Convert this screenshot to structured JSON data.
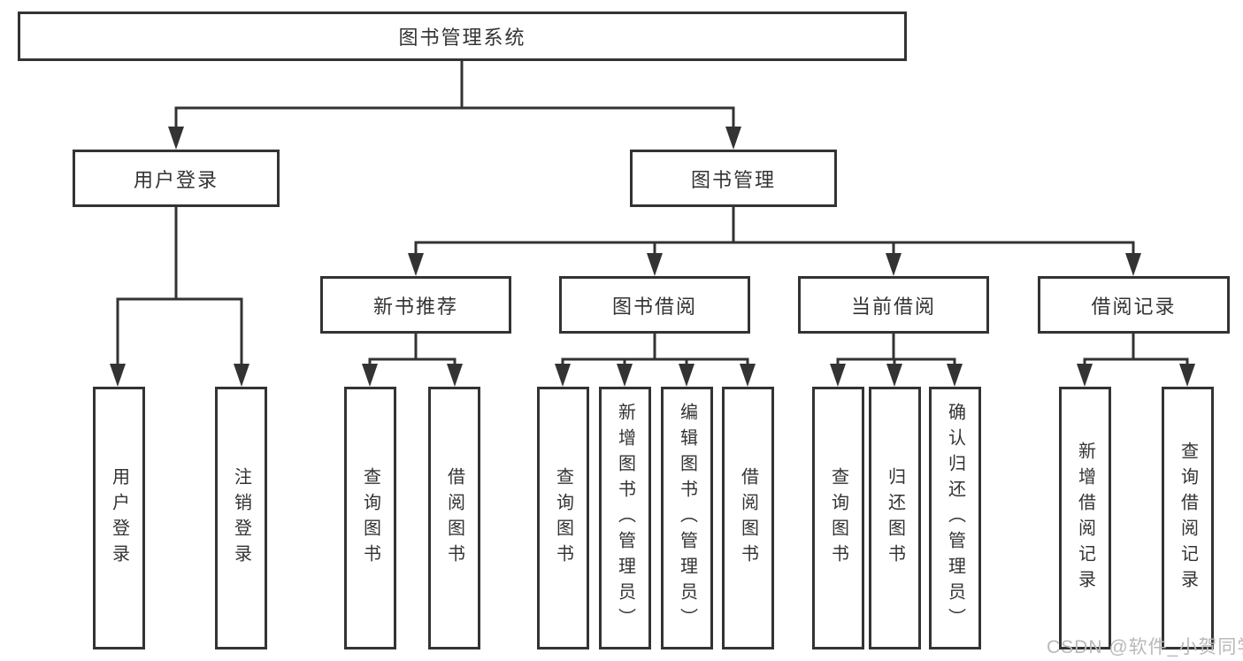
{
  "watermark": "CSDN @软件_小贺同学",
  "colors": {
    "line": "#333333",
    "box_border": "#333333",
    "text": "#333333",
    "watermark": "#b9b9b9",
    "background": "#ffffff"
  },
  "tree": {
    "label": "图书管理系统",
    "children": [
      {
        "label": "用户登录",
        "children": [
          {
            "label": "用户登录"
          },
          {
            "label": "注销登录"
          }
        ]
      },
      {
        "label": "图书管理",
        "children": [
          {
            "label": "新书推荐",
            "children": [
              {
                "label": "查询图书"
              },
              {
                "label": "借阅图书"
              }
            ]
          },
          {
            "label": "图书借阅",
            "children": [
              {
                "label": "查询图书"
              },
              {
                "label": "新增图书（管理员）"
              },
              {
                "label": "编辑图书（管理员）"
              },
              {
                "label": "借阅图书"
              }
            ]
          },
          {
            "label": "当前借阅",
            "children": [
              {
                "label": "查询图书"
              },
              {
                "label": "归还图书"
              },
              {
                "label": "确认归还（管理员）"
              }
            ]
          },
          {
            "label": "借阅记录",
            "children": [
              {
                "label": "新增借阅记录"
              },
              {
                "label": "查询借阅记录"
              }
            ]
          }
        ]
      }
    ]
  }
}
